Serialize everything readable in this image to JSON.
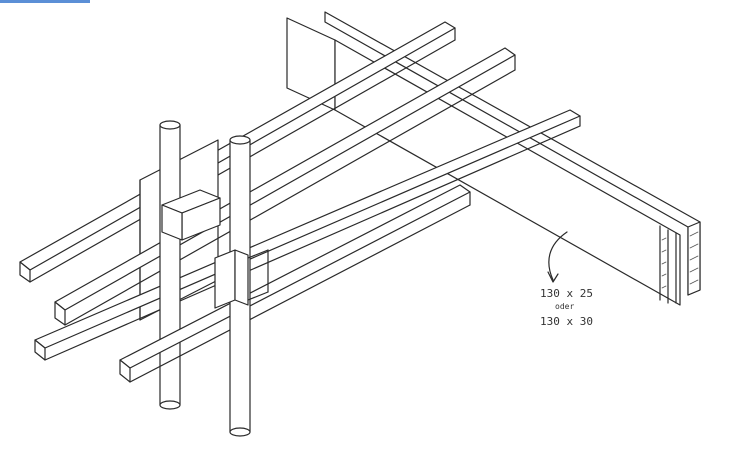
{
  "sketch": {
    "dimension_line_1": "130 x 25",
    "dimension_connector": "oder",
    "dimension_line_2": "130 x 30"
  },
  "colors": {
    "ink": "#2a2a2a",
    "paper": "#ffffff",
    "hatch": "#555555",
    "corner_mark": "#5b8fd6"
  }
}
